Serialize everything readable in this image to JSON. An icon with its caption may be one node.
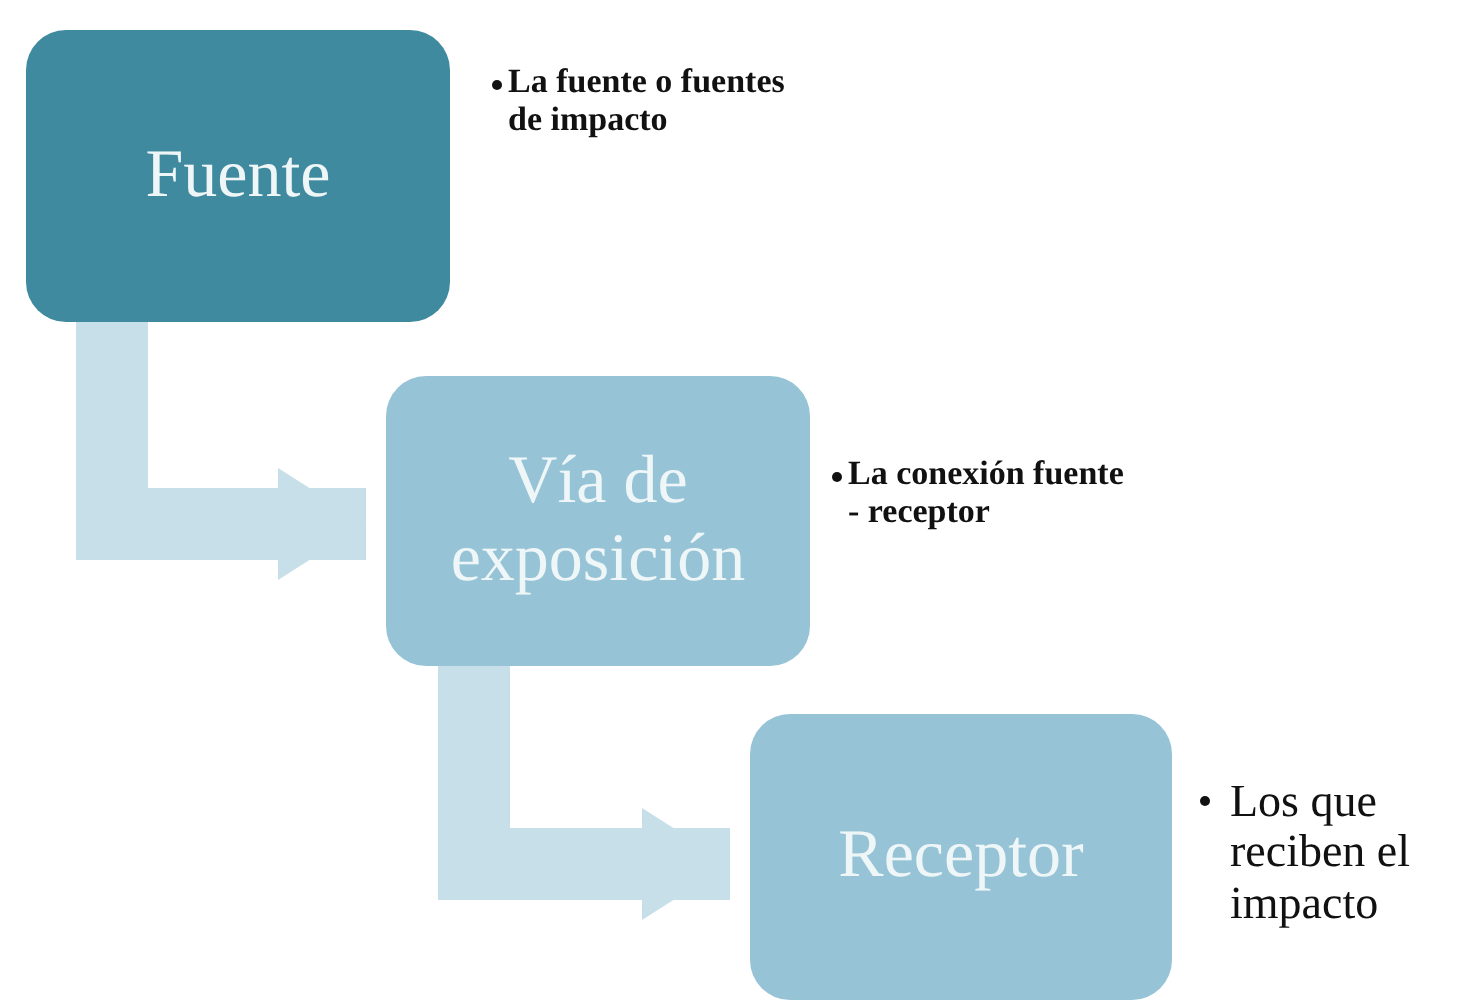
{
  "diagram": {
    "nodes": [
      {
        "text": [
          "Fuente"
        ],
        "beside": [
          "La fuente o fuentes de impacto"
        ]
      },
      {
        "text": [
          "Vía de exposición"
        ],
        "beside": [
          "La conexión fuente - receptor"
        ]
      },
      {
        "text": [
          "Receptor"
        ],
        "beside": [
          "Los que reciben el impacto"
        ]
      }
    ],
    "edges": [
      {
        "from": 0,
        "to": 1,
        "arrow": "to"
      },
      {
        "from": 1,
        "to": 2,
        "arrow": "to"
      }
    ]
  }
}
